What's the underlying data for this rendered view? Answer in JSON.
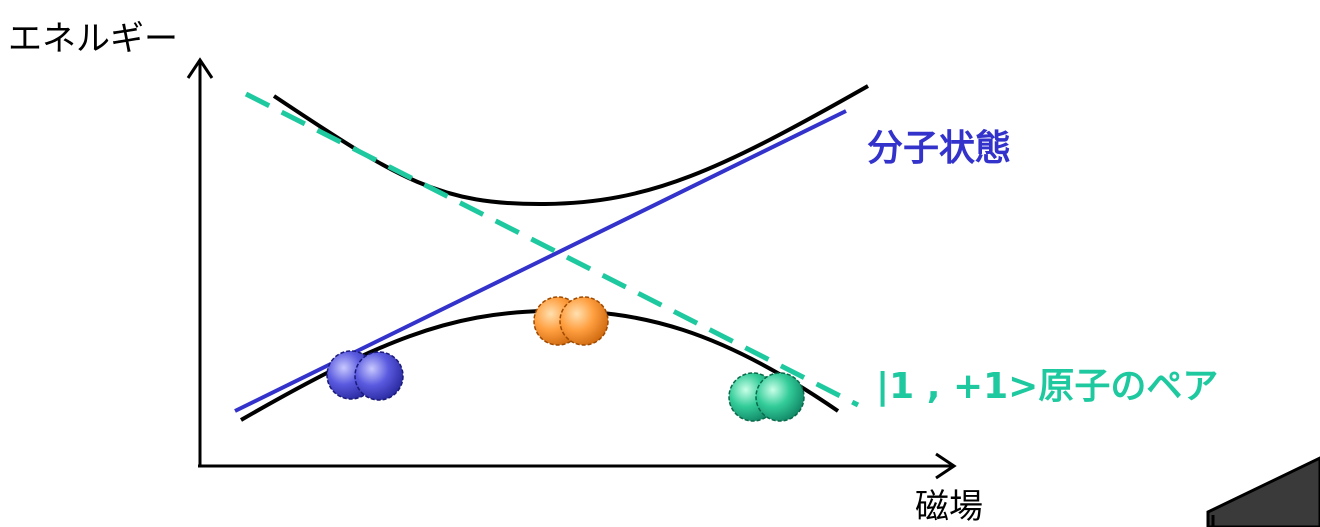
{
  "axes": {
    "y_label": "エネルギー",
    "x_label": "磁場"
  },
  "labels": {
    "molecular_state": "分子状態",
    "atom_pair": "|1 , +1>原子のペア"
  },
  "colors": {
    "background": "#ffffff",
    "axis": "#000000",
    "avoided_crossing_curves": "#000000",
    "molecular_state_line": "#3333cc",
    "atom_pair_line": "#1fc9a0",
    "molecule_blue": "#4a4ad8",
    "molecule_orange": "#ff9a3c",
    "molecule_green": "#33cc99",
    "corner_shape": "#333333"
  },
  "molecules": [
    {
      "name": "blue-molecule-pair",
      "color_key": "molecule_blue"
    },
    {
      "name": "orange-molecule-pair",
      "color_key": "molecule_orange"
    },
    {
      "name": "green-molecule-pair",
      "color_key": "molecule_green"
    }
  ]
}
